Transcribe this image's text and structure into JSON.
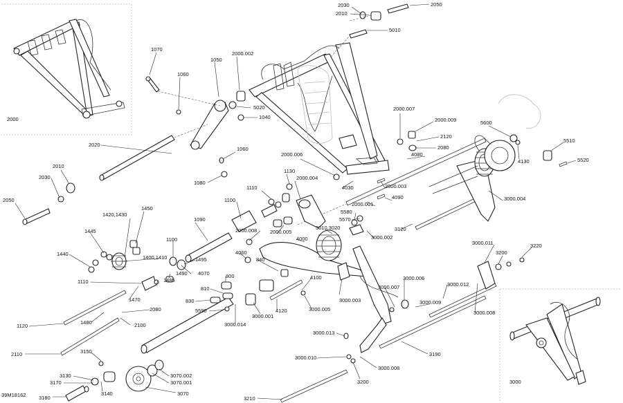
{
  "labels": {
    "l2030a": "2030",
    "l2010a": "2010",
    "l2050a": "2050",
    "l5010": "5010",
    "l1070": "1070",
    "l1060a": "1060",
    "l1050": "1050",
    "l2000_002": "2000.002",
    "l5020": "5020",
    "l1040": "1040",
    "l2000": "2000",
    "l2020": "2020",
    "l1060b": "1060",
    "l1080": "1080",
    "l2000_006": "2000.006",
    "l2000_007": "2000.007",
    "l2000_009": "2000.009",
    "l2120": "2120",
    "l2080a": "2080",
    "l4080": "4080",
    "l5600": "5600",
    "l4130": "4130",
    "l5510": "5510",
    "l5520": "5520",
    "l2010b": "2010",
    "l2030b": "2030",
    "l2050b": "2050",
    "l1130": "1130",
    "l2000_004": "2000.004",
    "l1110a": "1110",
    "l4030": "4030",
    "l2000_003": "2000.003",
    "l4090": "4090",
    "l2000_001": "2000.001",
    "l3000_004": "3000.004",
    "l1100a": "1100",
    "l1420": "1420,1430",
    "l1450": "1450",
    "l1090": "1090",
    "l5580": "5580",
    "l5570": "5570",
    "l2000_008": "2000.008",
    "l3010": "3010,3020",
    "l2000_005": "2000.005",
    "l3120": "3120",
    "l4000": "4000",
    "l3000_002": "3000.002",
    "l1445": "1445",
    "l1100b": "1100",
    "l1440": "1440",
    "l1400": "1400,1410",
    "l1495": "1495",
    "l4060": "4060",
    "l840": "840",
    "l3000_011": "3000.011",
    "l3200a": "3200",
    "l3220": "3220",
    "l1490": "1490",
    "l4070": "4070",
    "l1485": "1485",
    "l800": "800",
    "l1110b": "1110",
    "l810": "810",
    "l4100": "4100",
    "l3000_006": "3000.006",
    "l3000_007": "3000.007",
    "l3000_012": "3000.012",
    "l830": "830",
    "l1470": "1470",
    "l3000_003": "3000.003",
    "l3000_009": "3000.009",
    "l2080b": "2080",
    "l5590": "5590",
    "l4120": "4120",
    "l3000_005": "3000.005",
    "l3000_008a": "3000.008",
    "l1480": "1480",
    "l2100": "2100",
    "l3000_001": "3000.001",
    "l3000_014": "3000.014",
    "l1120": "1120",
    "l3000_013": "3000.013",
    "l2110": "2110",
    "l3150": "3150",
    "l3000_010": "3000.010",
    "l3190": "3190",
    "l3000_008b": "3000.008",
    "l3130": "3130",
    "l3070_002": "3070.002",
    "l3170": "3170",
    "l3070_001": "3070.001",
    "l3140": "3140",
    "l3200b": "3200",
    "l3000": "3000",
    "l39m": "39M18162",
    "l3180": "3180",
    "l3070": "3070",
    "l3210": "3210"
  }
}
